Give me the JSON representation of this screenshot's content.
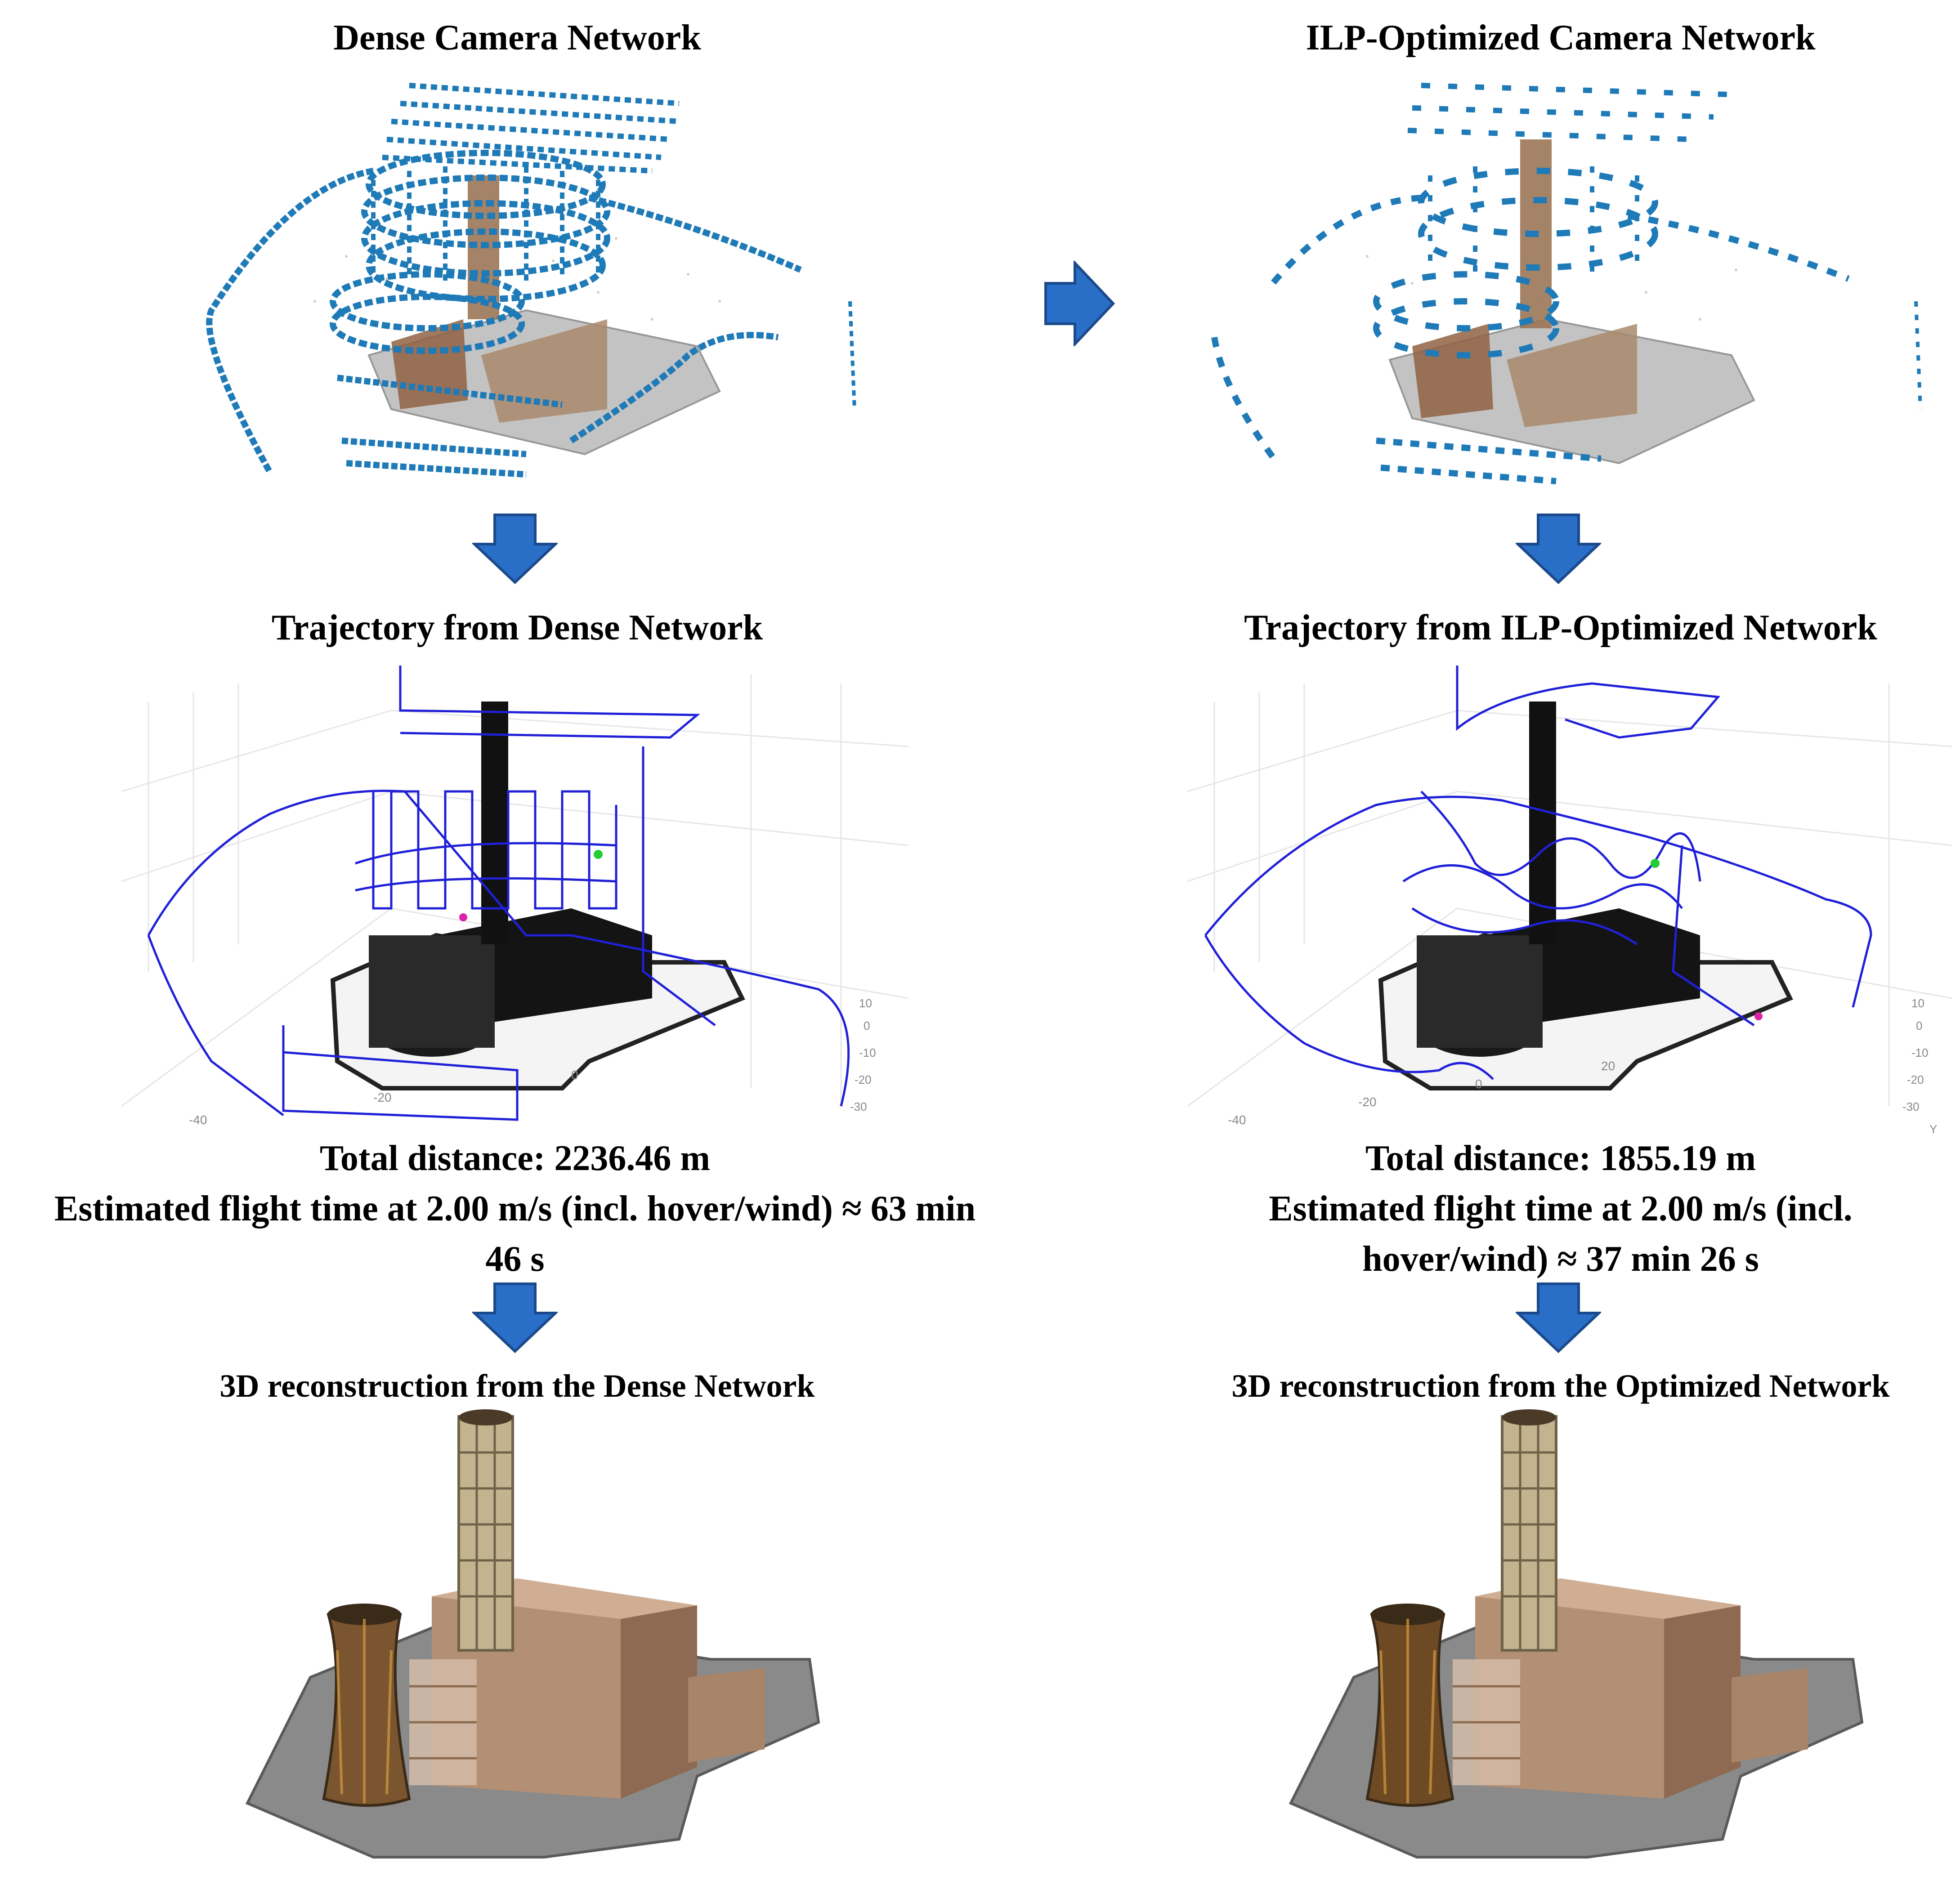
{
  "colors": {
    "arrow_fill": "#2a6fc7",
    "arrow_stroke": "#1b4a8c",
    "trajectory": "#2020d8",
    "camera_blue": "#1f7ab8",
    "building_brown": "#8a5a36",
    "ground_gray": "#9a9a9a"
  },
  "left": {
    "network_title": "Dense Camera Network",
    "trajectory_title": "Trajectory from Dense Network",
    "stats_line1": "Total distance: 2236.46 m",
    "stats_line2": "Estimated flight time at 2.00 m/s (incl. hover/wind) ≈ 63 min",
    "stats_line3": "46 s",
    "recon_title": "3D reconstruction from the Dense Network",
    "axis_ticks_x": [
      "-40",
      "-20",
      "0"
    ],
    "axis_ticks_y": [
      "10",
      "0",
      "-10",
      "-20",
      "-30"
    ]
  },
  "right": {
    "network_title": "ILP-Optimized Camera Network",
    "trajectory_title": "Trajectory from ILP-Optimized Network",
    "stats_line1": "Total distance: 1855.19 m",
    "stats_line2": "Estimated flight time at 2.00 m/s (incl.",
    "stats_line3": "hover/wind) ≈ 37 min 26 s",
    "recon_title": "3D reconstruction from the Optimized Network",
    "axis_ticks_x": [
      "-40",
      "-20",
      "0",
      "20"
    ],
    "axis_ticks_y": [
      "10",
      "0",
      "-10",
      "-20",
      "-30"
    ],
    "axis_label_y": "Y"
  }
}
